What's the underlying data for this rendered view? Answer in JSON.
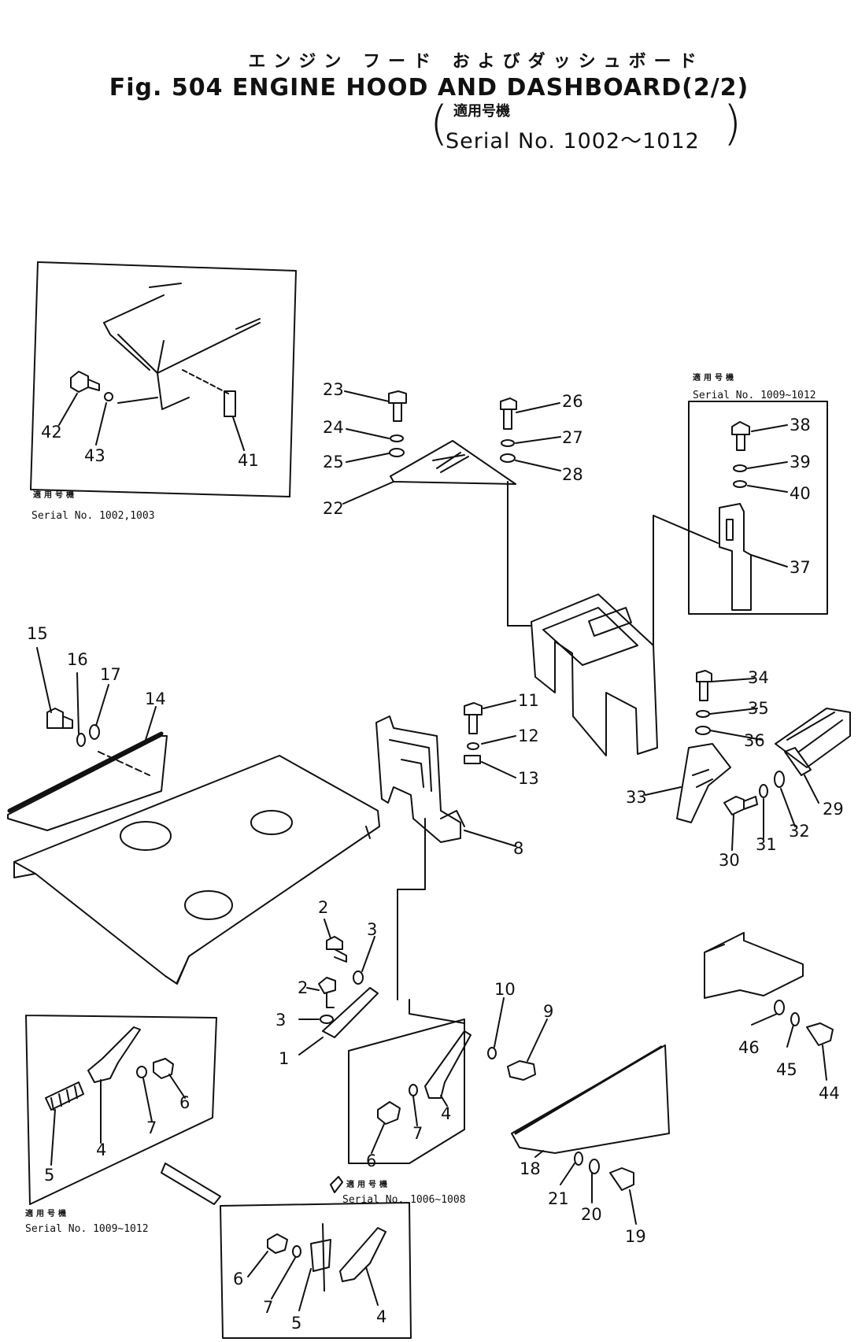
{
  "title": {
    "japanese": "エンジン フード およびダッシュボード",
    "english": "Fig. 504 ENGINE HOOD AND DASHBOARD(2/2)"
  },
  "serial": {
    "japanese": "適用号機",
    "english": "Serial No. 1002～1012"
  },
  "insets": [
    {
      "caption_jp": "適用号機",
      "caption": "Serial No. 1002,1003"
    },
    {
      "caption_jp": "適用号機",
      "caption": "Serial No. 1009~1012"
    },
    {
      "caption_jp": "適用号機",
      "caption": "Serial No. 1009~1012"
    },
    {
      "caption_jp": "適用号機",
      "caption": "Serial No. 1006~1008"
    }
  ],
  "callouts": {
    "c1": "1",
    "c2a": "2",
    "c2b": "2",
    "c3a": "3",
    "c3b": "3",
    "c4a": "4",
    "c4b": "4",
    "c4c": "4",
    "c5a": "5",
    "c5b": "5",
    "c6a": "6",
    "c6b": "6",
    "c6c": "6",
    "c7a": "7",
    "c7b": "7",
    "c7c": "7",
    "c8": "8",
    "c9": "9",
    "c10": "10",
    "c11": "11",
    "c12": "12",
    "c13": "13",
    "c14": "14",
    "c15": "15",
    "c16": "16",
    "c17": "17",
    "c18": "18",
    "c19": "19",
    "c20": "20",
    "c21": "21",
    "c22": "22",
    "c23": "23",
    "c24": "24",
    "c25": "25",
    "c26": "26",
    "c27": "27",
    "c28": "28",
    "c29": "29",
    "c30": "30",
    "c31": "31",
    "c32": "32",
    "c33": "33",
    "c34": "34",
    "c35": "35",
    "c36": "36",
    "c37": "37",
    "c38": "38",
    "c39": "39",
    "c40": "40",
    "c41": "41",
    "c42": "42",
    "c43": "43",
    "c44": "44",
    "c45": "45",
    "c46": "46"
  }
}
